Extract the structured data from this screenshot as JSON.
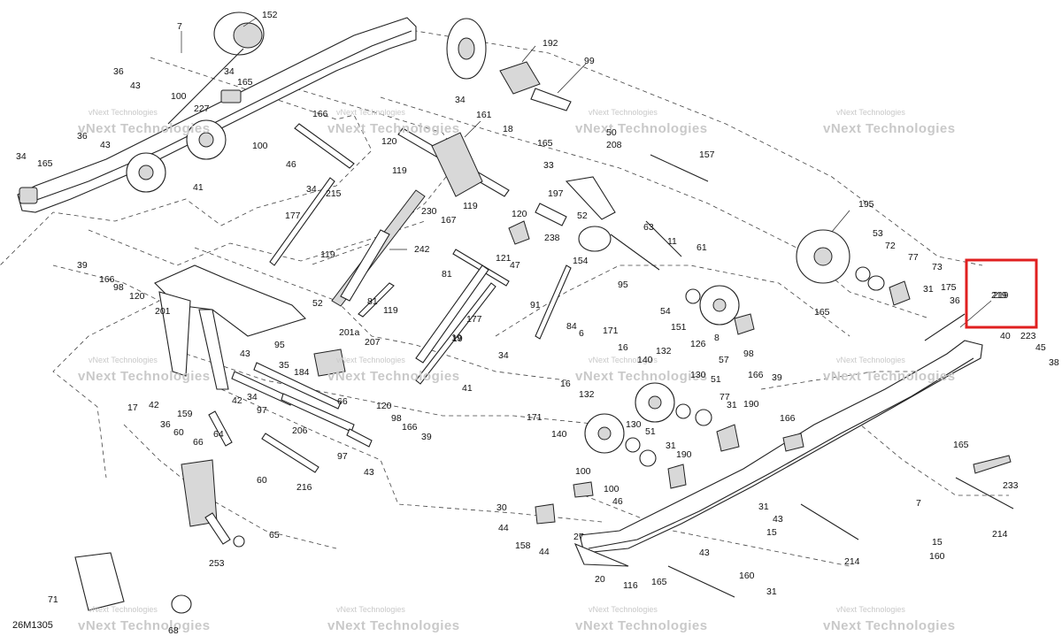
{
  "diagram": {
    "code": "26M1305",
    "watermark": {
      "brand": "vNext",
      "text": "vNext Technologies",
      "sub": "Technologies"
    },
    "highlight": {
      "label": "219"
    },
    "callouts": [
      "7",
      "152",
      "36",
      "43",
      "34",
      "165",
      "100",
      "227",
      "100",
      "166",
      "36",
      "43",
      "34",
      "165",
      "41",
      "46",
      "215",
      "120",
      "161",
      "34",
      "18",
      "192",
      "99",
      "50",
      "208",
      "165",
      "33",
      "157",
      "197",
      "119",
      "230",
      "167",
      "119",
      "120",
      "52",
      "63",
      "238",
      "154",
      "95",
      "61",
      "121",
      "47",
      "11",
      "195",
      "53",
      "72",
      "77",
      "73",
      "34",
      "177",
      "39",
      "166",
      "98",
      "120",
      "201",
      "119",
      "242",
      "81",
      "177",
      "31",
      "175",
      "36",
      "219",
      "52",
      "81",
      "119",
      "201a",
      "207",
      "95",
      "35",
      "184",
      "19",
      "91",
      "84",
      "6",
      "171",
      "16",
      "140",
      "54",
      "151",
      "126",
      "8",
      "57",
      "98",
      "166",
      "39",
      "165",
      "40",
      "223",
      "45",
      "38",
      "17",
      "42",
      "159",
      "43",
      "34",
      "42",
      "97",
      "66",
      "41",
      "19",
      "34",
      "132",
      "130",
      "51",
      "77",
      "31",
      "190",
      "166",
      "36",
      "60",
      "66",
      "64",
      "206",
      "120",
      "98",
      "166",
      "39",
      "97",
      "43",
      "16",
      "132",
      "171",
      "140",
      "130",
      "51",
      "31",
      "190",
      "165",
      "7",
      "233",
      "60",
      "216",
      "100",
      "100",
      "46",
      "31",
      "43",
      "15",
      "65",
      "253",
      "30",
      "44",
      "158",
      "44",
      "27",
      "71",
      "68",
      "20",
      "116",
      "43",
      "165",
      "160",
      "214",
      "214",
      "31",
      "15",
      "160"
    ]
  }
}
